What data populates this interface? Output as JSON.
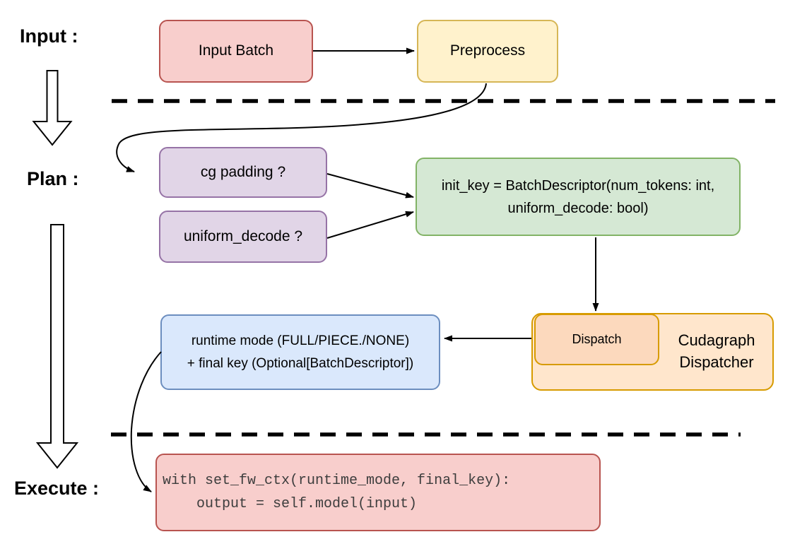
{
  "diagram": {
    "description": "Flow diagram of cudagraph dispatch: input batch is preprocessed, planned into a batch descriptor key dispatched by the Cudagraph Dispatcher, then executed",
    "section_labels": {
      "input": "Input :",
      "plan": "Plan :",
      "execute": "Execute :"
    },
    "nodes": {
      "input_batch": {
        "label": "Input Batch",
        "fill": "#f8cecc",
        "border": "#b85450"
      },
      "preprocess": {
        "label": "Preprocess",
        "fill": "#fff2cc",
        "border": "#d6b656"
      },
      "cg_padding": {
        "label": "cg padding ?",
        "fill": "#e1d5e7",
        "border": "#9673a6"
      },
      "uniform_decode": {
        "label": "uniform_decode ?",
        "fill": "#e1d5e7",
        "border": "#9673a6"
      },
      "init_key": {
        "lines": [
          "init_key = BatchDescriptor(num_tokens: int,",
          "uniform_decode: bool)"
        ],
        "fill": "#d5e8d4",
        "border": "#82b366"
      },
      "dispatch": {
        "label": "Dispatch",
        "fill": "#fcd9bd",
        "border": "#d79b00"
      },
      "cudagraph_dispatcher": {
        "label": "Cudagraph Dispatcher",
        "fill": "#ffe6cc",
        "border": "#d79b00"
      },
      "runtime_mode": {
        "lines": [
          "runtime mode (FULL/PIECE./NONE)",
          "+ final key (Optional[BatchDescriptor])"
        ],
        "fill": "#dae8fc",
        "border": "#6c8ebf"
      },
      "execute_code": {
        "lines": [
          "with set_fw_ctx(runtime_mode, final_key):",
          "    output = self.model(input)"
        ],
        "fill": "#f8cecc",
        "border": "#b85450"
      }
    },
    "edge_color": "#000000",
    "separator_color": "#000000"
  }
}
